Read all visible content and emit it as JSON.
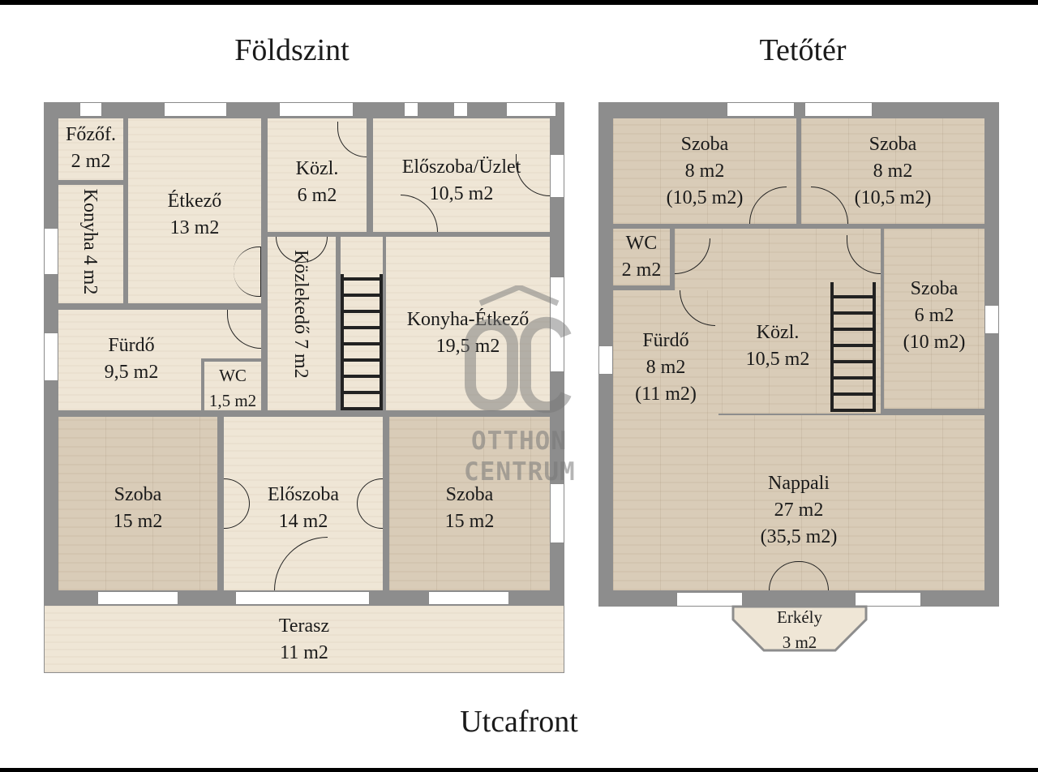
{
  "headings": {
    "ground_floor": "Földszint",
    "attic": "Tetőtér",
    "street": "Utcafront"
  },
  "ground": {
    "fozof": {
      "name": "Főzőf.",
      "area": "2 m2"
    },
    "konyha": {
      "name": "Konyha",
      "area": "4 m2"
    },
    "etkezo": {
      "name": "Étkező",
      "area": "13 m2"
    },
    "kozl": {
      "name": "Közl.",
      "area": "6 m2"
    },
    "eloszoba_uzlet": {
      "name": "Előszoba/Üzlet",
      "area": "10,5 m2"
    },
    "konyha_etkezo": {
      "name": "Konyha-Étkező",
      "area": "19,5 m2"
    },
    "kozlekedo": {
      "name": "Közlekedő",
      "area": "7 m2"
    },
    "furdo": {
      "name": "Fürdő",
      "area": "9,5 m2"
    },
    "wc": {
      "name": "WC",
      "area": "1,5 m2"
    },
    "szoba_left": {
      "name": "Szoba",
      "area": "15 m2"
    },
    "eloszoba": {
      "name": "Előszoba",
      "area": "14 m2"
    },
    "szoba_right": {
      "name": "Szoba",
      "area": "15 m2"
    },
    "terasz": {
      "name": "Terasz",
      "area": "11 m2"
    }
  },
  "attic": {
    "szoba_tl": {
      "name": "Szoba",
      "area": "8 m2",
      "total": "(10,5 m2)"
    },
    "szoba_tr": {
      "name": "Szoba",
      "area": "8 m2",
      "total": "(10,5 m2)"
    },
    "wc": {
      "name": "WC",
      "area": "2 m2"
    },
    "furdo": {
      "name": "Fürdő",
      "area": "8 m2",
      "total": "(11 m2)"
    },
    "kozl": {
      "name": "Közl.",
      "area": "10,5 m2"
    },
    "szoba_r": {
      "name": "Szoba",
      "area": "6 m2",
      "total": "(10 m2)"
    },
    "nappali": {
      "name": "Nappali",
      "area": "27 m2",
      "total": "(35,5 m2)"
    },
    "erkely": {
      "name": "Erkély",
      "area": "3 m2"
    }
  },
  "watermark": {
    "logo": "OC",
    "line1": "OTTHON",
    "line2": "CENTRUM"
  },
  "colors": {
    "wall": "#8d8d8d",
    "floor_light": "#efe6d6",
    "floor_wood": "#d9ccb8"
  }
}
